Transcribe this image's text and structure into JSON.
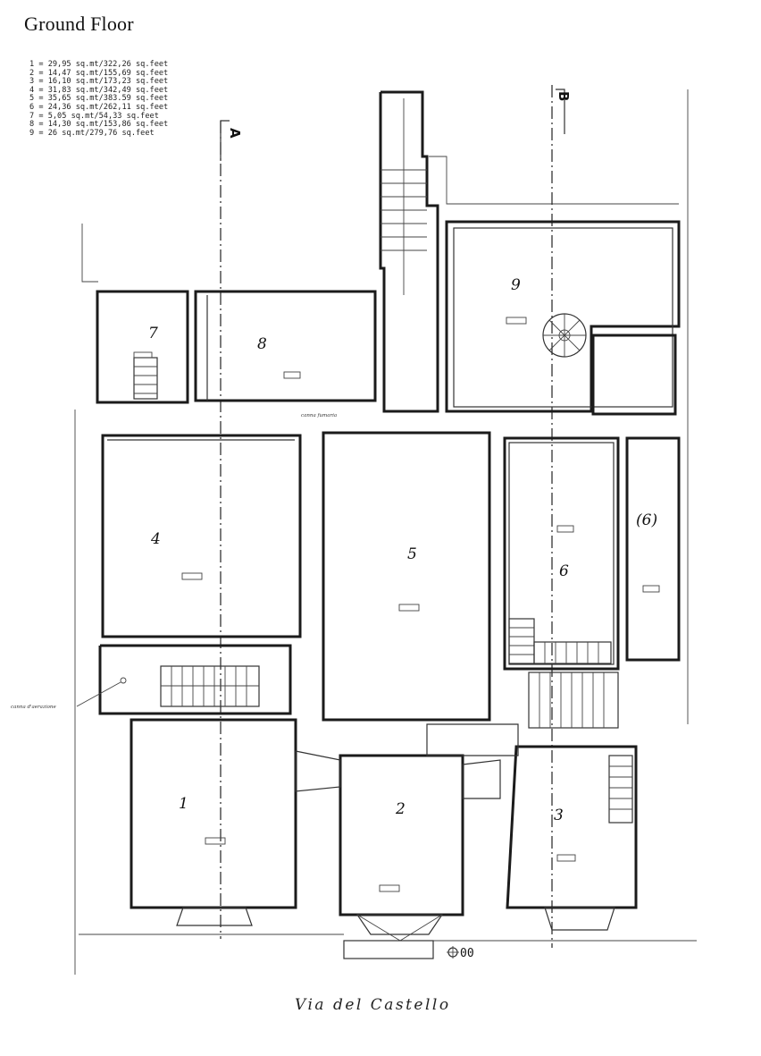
{
  "title": "Ground Floor",
  "legend": [
    "1 = 29,95 sq.mt/322,26 sq.feet",
    "2 = 14,47 sq.mt/155,69 sq.feet",
    "3 = 16,10 sq.mt/173,23 sq.feet",
    "4 = 31,83 sq.mt/342,49 sq.feet",
    "5 = 35,65 sq.mt/383.59 sq.feet",
    "6 = 24,36 sq.mt/262,11 sq.feet",
    "7 = 5,05 sq.mt/54,33 sq.feet",
    "8 = 14,30 sq.mt/153,86 sq.feet",
    "9 = 26 sq.mt/279,76 sq.feet"
  ],
  "street": "Via del Castello",
  "axes": {
    "a": "A",
    "b": "B"
  },
  "rooms": {
    "r1": "1",
    "r2": "2",
    "r3": "3",
    "r4": "4",
    "r5": "5",
    "r6": "6",
    "r6b": "(6)",
    "r7": "7",
    "r8": "8",
    "r9": "9"
  },
  "level_mark": "00",
  "annotations": {
    "a1": "canna fumaria",
    "a2": "canna d'aerazione"
  }
}
